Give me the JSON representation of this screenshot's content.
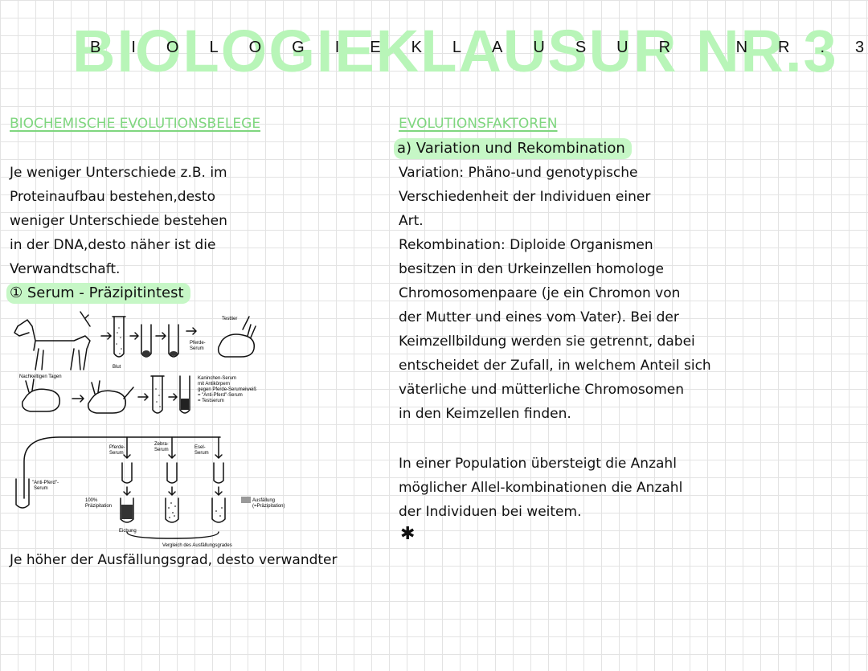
{
  "title": {
    "big": "BIOLOGIEKLAUSUR NR.3",
    "inner": "BIOLOGIEKLAUSUR NR.3"
  },
  "left": {
    "heading": "BIOCHEMISCHE EVOLUTIONSBELEGE",
    "lines": [
      "Je weniger Unterschiede z.B. im",
      "Proteinaufbau bestehen,desto",
      "weniger Unterschiede bestehen",
      "in der DNA,desto näher ist die",
      "Verwandtschaft."
    ],
    "test_label": "① Serum - Präzipitintest",
    "diagram_labels": {
      "testtier": "Testtier",
      "pferde_serum_a": "Pferde-",
      "pferde_serum_b": "Serum",
      "blut": "Blut",
      "nachkeltigen": "Nachkeltigen Tagen",
      "kaninchen_1": "Kaninchen-Serum",
      "kaninchen_2": "mit Antikörpern",
      "kaninchen_3": "gegen Pferde-Serumeiweiß",
      "kaninchen_4": "= \"Anti-Pferd\"-Serum",
      "kaninchen_5": "= Testserum",
      "anti_pferd_a": "\"Anti-Pferd\"-",
      "anti_pferd_b": "Serum",
      "pferde_b_a": "Pferde-",
      "pferde_b_b": "Serum",
      "zebra_a": "Zebra-",
      "zebra_b": "Serum",
      "esel_a": "Esel-",
      "esel_b": "Serum",
      "praez_a": "100%",
      "praez_b": "Präzipitation",
      "eichung": "Eichung",
      "ausfaellung_a": "Ausfällung",
      "ausfaellung_b": "(=Präzipitation)",
      "vergleich": "Vergleich des Ausfällungsgrades"
    },
    "conclusion": "Je höher der Ausfällungsgrad, desto verwandter"
  },
  "right": {
    "heading": "EVOLUTIONSFAKTOREN",
    "sub_label": "a) Variation und Rekombination",
    "lines": [
      "Variation: Phäno-und genotypische",
      "Verschiedenheit der Individuen einer",
      "Art.",
      "Rekombination: Diploide Organismen",
      "besitzen in den Urkeinzellen homologe",
      "Chromosomenpaare (je ein Chromon von",
      "der Mutter und eines vom Vater). Bei der",
      "Keimzellbildung werden sie getrennt, dabei",
      "entscheidet der Zufall, in welchem Anteil sich",
      "väterliche und mütterliche Chromosomen",
      "in den Keimzellen finden."
    ],
    "lines2": [
      "In einer Population übersteigt die Anzahl",
      "möglicher Allel-kombinationen die Anzahl",
      "der Individuen bei weitem."
    ],
    "asterisk": "✱"
  },
  "colors": {
    "highlight": "#c6f7c6",
    "title_green": "#b8f5b8",
    "heading_green": "#7fd67f"
  }
}
